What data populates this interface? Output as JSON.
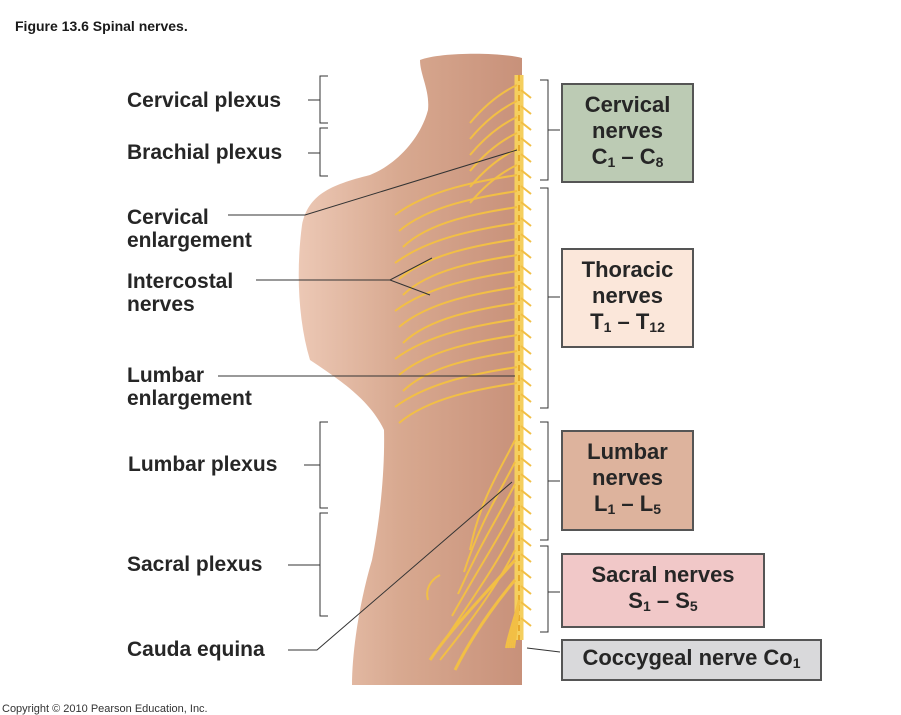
{
  "figure_title": "Figure 13.6  Spinal nerves.",
  "copyright": "Copyright © 2010 Pearson Education, Inc.",
  "left_labels": {
    "cervical_plexus": "Cervical plexus",
    "brachial_plexus": "Brachial plexus",
    "cervical_enlargement_1": "Cervical",
    "cervical_enlargement_2": "enlargement",
    "intercostal_1": "Intercostal",
    "intercostal_2": "nerves",
    "lumbar_enlargement_1": "Lumbar",
    "lumbar_enlargement_2": "enlargement",
    "lumbar_plexus": "Lumbar plexus",
    "sacral_plexus": "Sacral plexus",
    "cauda_equina": "Cauda equina"
  },
  "boxes": {
    "cervical": {
      "line1": "Cervical",
      "line2": "nerves",
      "from": "C",
      "from_sub": "1",
      "sep": " – ",
      "to": "C",
      "to_sub": "8",
      "color": "#bccbb4"
    },
    "thoracic": {
      "line1": "Thoracic",
      "line2": "nerves",
      "from": "T",
      "from_sub": "1",
      "sep": " – ",
      "to": "T",
      "to_sub": "12",
      "color": "#fbe7da"
    },
    "lumbar": {
      "line1": "Lumbar",
      "line2": "nerves",
      "from": "L",
      "from_sub": "1",
      "sep": " – ",
      "to": "L",
      "to_sub": "5",
      "color": "#ddb39d"
    },
    "sacral": {
      "line1": "Sacral nerves",
      "from": "S",
      "from_sub": "1",
      "sep": " – ",
      "to": "S",
      "to_sub": "5",
      "color": "#f1c8c8"
    },
    "coccygeal": {
      "line1": "Coccygeal nerve Co",
      "line1_sub": "1",
      "color": "#d9d9db"
    }
  },
  "colors": {
    "skin": "#cf9e87",
    "skin_light": "#ecc8b5",
    "nerve": "#f2bf45",
    "cord": "#f5cf5e",
    "line": "#333333"
  }
}
